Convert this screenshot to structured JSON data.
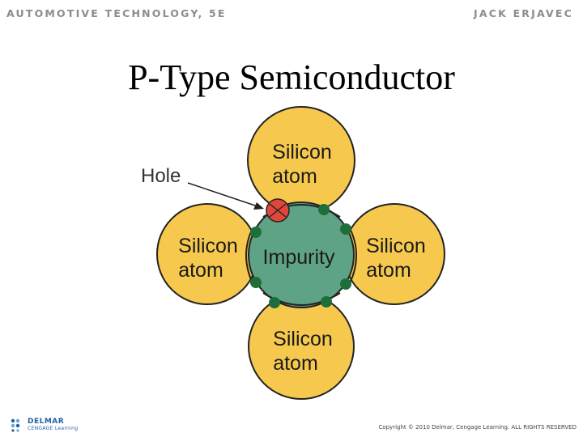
{
  "header": {
    "book_title": "AUTOMOTIVE TECHNOLOGY, 5E",
    "author": "JACK ERJAVEC"
  },
  "slide": {
    "title": "P-Type Semiconductor"
  },
  "diagram": {
    "atoms": {
      "top": [
        "Silicon",
        "atom"
      ],
      "left": [
        "Silicon",
        "atom"
      ],
      "right": [
        "Silicon",
        "atom"
      ],
      "bottom": [
        "Silicon",
        "atom"
      ]
    },
    "center_label": "Impurity",
    "hole_label": "Hole",
    "colors": {
      "atom_fill": "#f6c94e",
      "impurity_fill": "#5ea386",
      "electron": "#1e6e3a",
      "hole": "#e0463a",
      "outline": "#222222"
    }
  },
  "footer": {
    "logo_main": "DELMAR",
    "logo_sub": "CENGAGE Learning",
    "copyright": "Copyright © 2010 Delmar, Cengage Learning. ALL RIGHTS RESERVED"
  }
}
